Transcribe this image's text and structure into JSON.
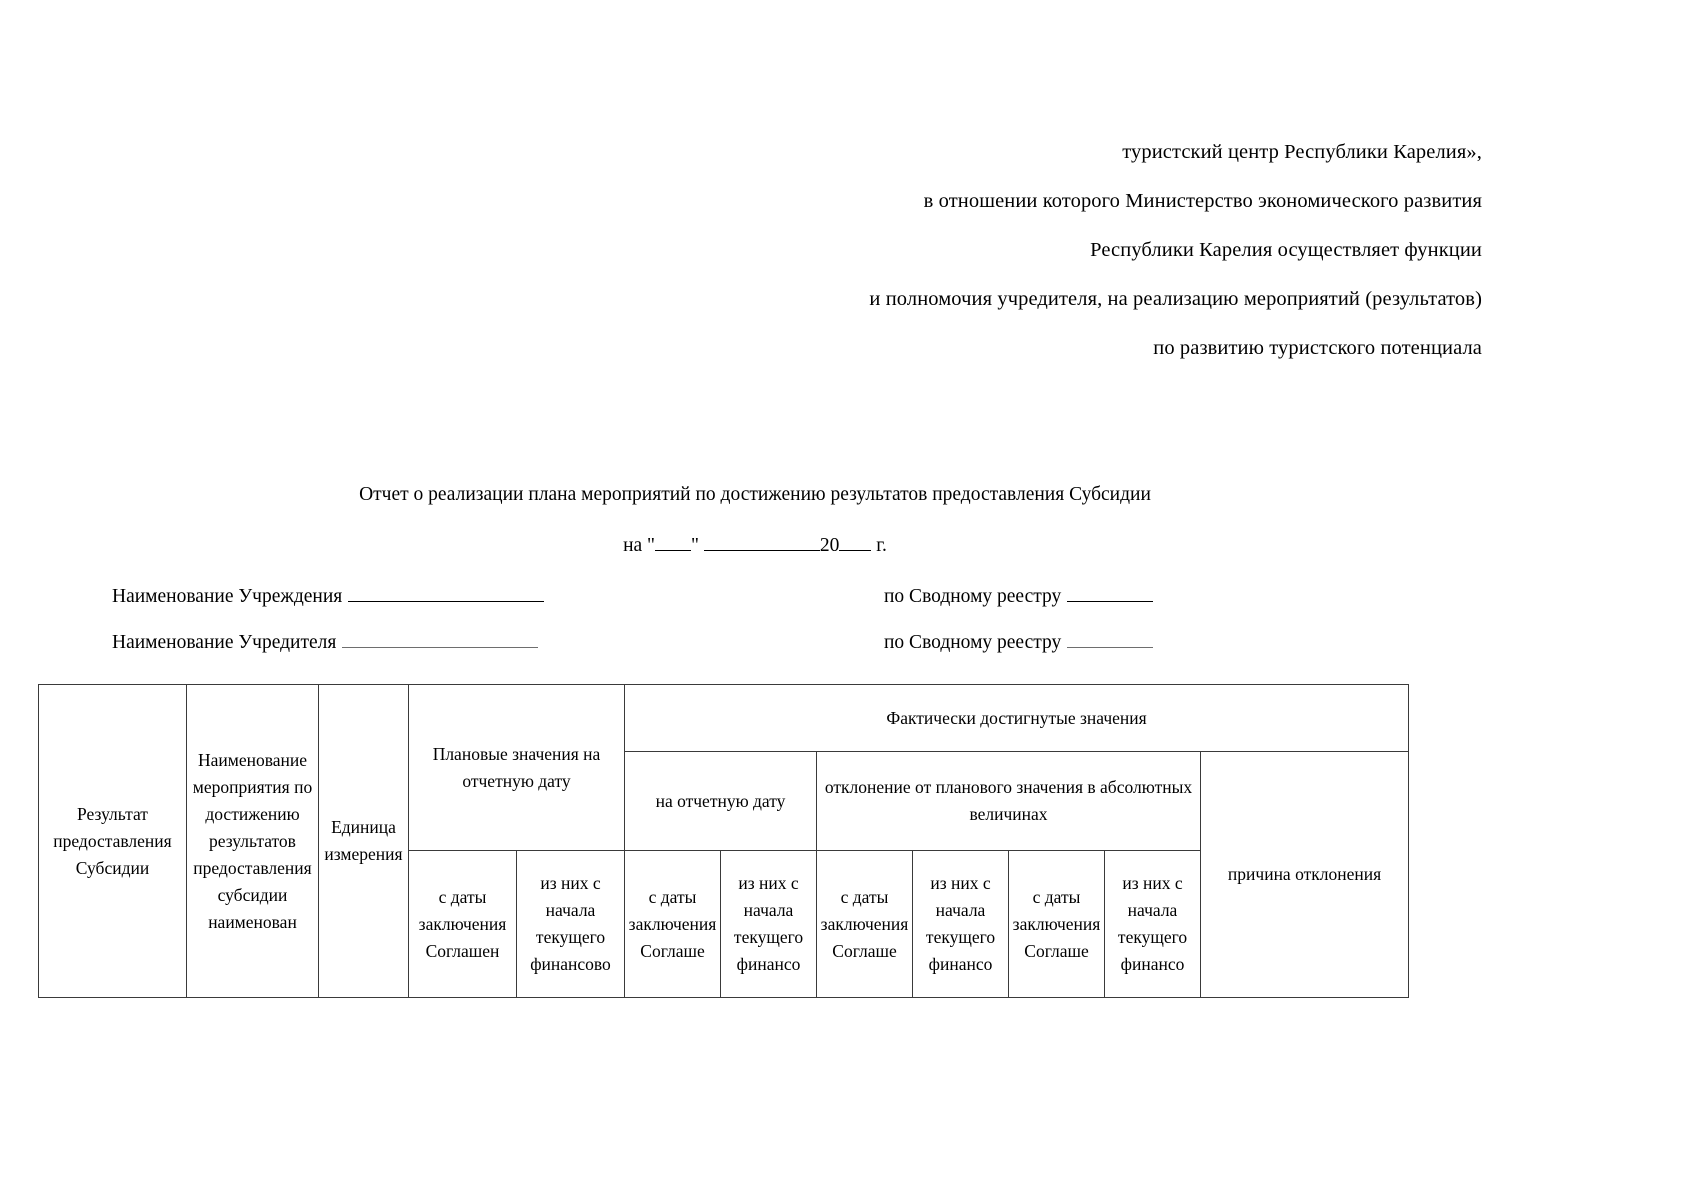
{
  "header": {
    "lines": [
      "туристский центр Республики Карелия»,",
      "в отношении которого Министерство экономического развития",
      "Республики Карелия осуществляет функции",
      "и полномочия учредителя, на реализацию мероприятий (результатов)",
      "по развитию туристского потенциала"
    ]
  },
  "title": {
    "main": "Отчет о реализации плана мероприятий по достижению результатов предоставления Субсидии",
    "date_prefix": "на \"",
    "date_quote": "\"",
    "date_year": "20",
    "date_suffix": "г."
  },
  "fields": {
    "institution_label": "Наименование Учреждения",
    "founder_label": "Наименование Учредителя",
    "registry_label_1": "по Сводному реестру",
    "registry_label_2": "по Сводному реестру"
  },
  "table": {
    "col_result": "Результат предоставления Субсидии",
    "col_measure": "Наименование мероприятия по достижению результатов предоставления субсидии наименован",
    "col_unit": "Единица измерения",
    "col_plan": "Плановые значения на отчетную дату",
    "col_fact": "Фактически достигнутые значения",
    "col_fact_report_date": "на отчетную дату",
    "col_fact_deviation": "отклонение от планового значения в абсолютных величинах",
    "col_reason": "причина отклонения",
    "sub": {
      "plan_from_date": "с даты заключения Соглашен",
      "plan_from_year": "из них с начала текущего финансово",
      "fact_from_date": "с даты заключения Соглаше",
      "fact_from_year": "из них с начала текущего финансо",
      "dev1_from_date": "с даты заключения Соглаше",
      "dev1_from_year": "из них с начала текущего финансо",
      "dev2_from_date": "с даты заключения Соглаше",
      "dev2_from_year": "из них с начала текущего финансо"
    }
  }
}
